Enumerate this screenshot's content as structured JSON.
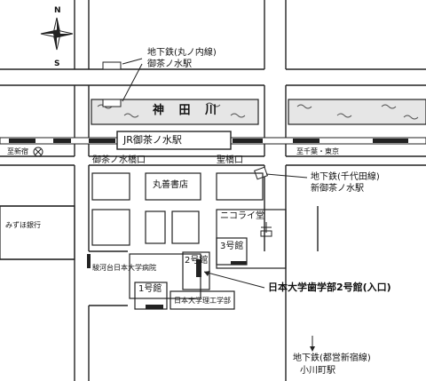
{
  "compass": {
    "north": "N",
    "south": "S"
  },
  "river": {
    "name": "神 田 川"
  },
  "stations": {
    "jr": "JR御茶ノ水駅",
    "marunouchi_line1": "地下鉄(丸ノ内線)",
    "marunouchi_line2": "御茶ノ水駅",
    "chiyoda_line1": "地下鉄(千代田線)",
    "chiyoda_line2": "新御茶ノ水駅",
    "shinjuku_line1": "地下鉄(都営新宿線)",
    "shinjuku_line2": "小川町駅"
  },
  "exits": {
    "ochanomizu": "御茶ノ水橋口",
    "hijiri": "聖橋口"
  },
  "directions": {
    "to_shinjuku": "至新宿",
    "to_chiba_tokyo": "至千葉・東京"
  },
  "buildings": {
    "maruzen": "丸善書店",
    "mizuho": "みずほ銀行",
    "nikolai": "ニコライ堂",
    "bldg3": "3号館",
    "bldg2": "2号館",
    "bldg1": "1号館",
    "hospital": "駿河台日本大学病院",
    "science": "日本大学理工学部"
  },
  "callout": {
    "entrance": "日本大学歯学部2号館(入口)"
  }
}
